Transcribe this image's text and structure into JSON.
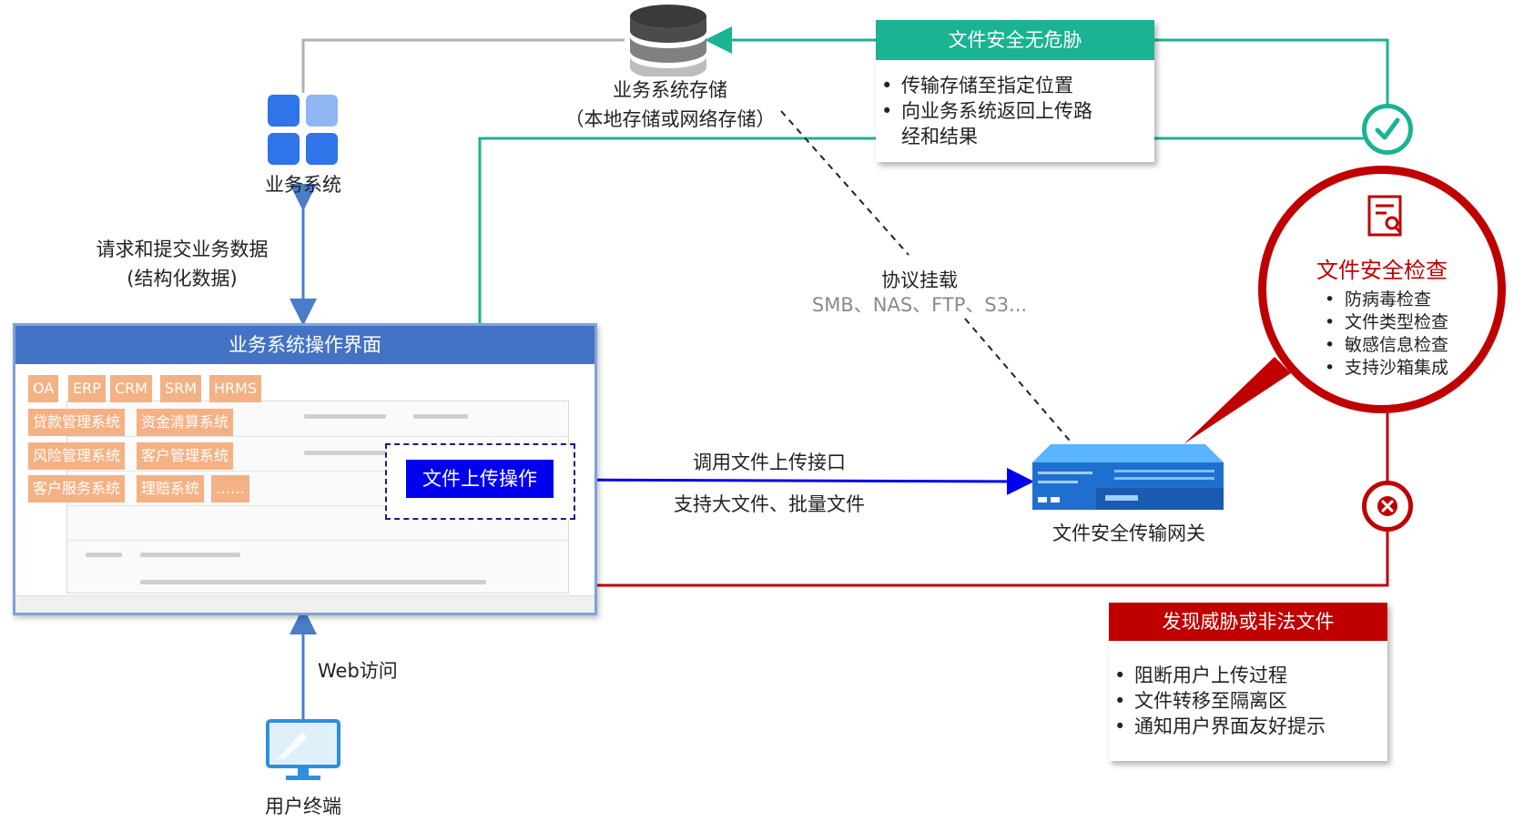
{
  "storage": {
    "label_line1": "业务系统存储",
    "label_line2": "（本地存储或网络存储）"
  },
  "business_system": {
    "label": "业务系统"
  },
  "request": {
    "line1": "请求和提交业务数据",
    "line2": "(结构化数据)"
  },
  "ui_window": {
    "title": "业务系统操作界面",
    "chips_row1": [
      "OA",
      "ERP",
      "CRM",
      "SRM",
      "HRMS"
    ],
    "chips_row2": [
      "贷款管理系统",
      "资金清算系统"
    ],
    "chips_row3": [
      "风险管理系统",
      "客户管理系统"
    ],
    "chips_row4": [
      "客户服务系统",
      "理赔系统",
      "……"
    ],
    "upload_button": "文件上传操作"
  },
  "call_interface": {
    "line1": "调用文件上传接口",
    "line2": "支持大文件、批量文件"
  },
  "protocol": {
    "line1": "协议挂载",
    "line2": "SMB、NAS、FTP、S3..."
  },
  "gateway": {
    "label": "文件安全传输网关"
  },
  "safe_box": {
    "title": "文件安全无危胁",
    "items": [
      "传输存储至指定位置",
      "向业务系统返回上传路",
      "经和结果"
    ]
  },
  "security_check": {
    "title": "文件安全检查",
    "items": [
      "防病毒检查",
      "文件类型检查",
      "敏感信息检查",
      "支持沙箱集成"
    ]
  },
  "threat_box": {
    "title": "发现威胁或非法文件",
    "items": [
      "阻断用户上传过程",
      "文件转移至隔离区",
      "通知用户界面友好提示"
    ]
  },
  "web_access": {
    "label": "Web访问"
  },
  "terminal": {
    "label": "用户终端"
  },
  "colors": {
    "green": "#1ab394",
    "red": "#c00000",
    "blue": "#0000ee",
    "header_blue": "#4472c4",
    "chip": "#f4b183"
  }
}
